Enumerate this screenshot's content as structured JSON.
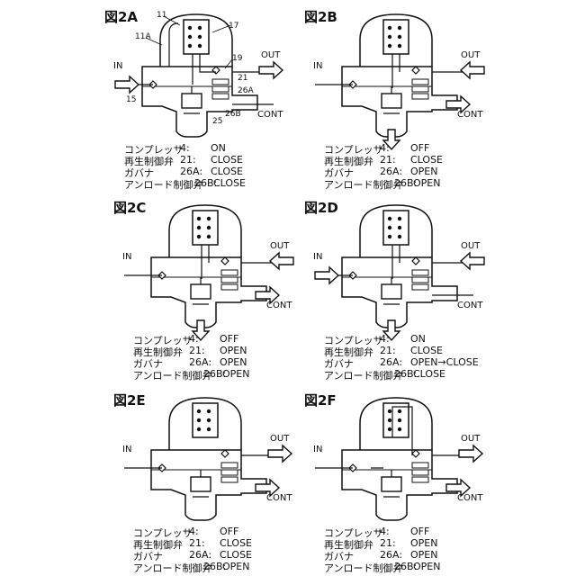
{
  "figures": [
    {
      "id": "2A",
      "title": "図2A",
      "ports": {
        "in": "IN",
        "out": "OUT",
        "cont": "CONT"
      },
      "refs": [
        "11",
        "11A",
        "17",
        "19",
        "21",
        "26A",
        "26B",
        "25",
        "15"
      ],
      "status": [
        {
          "name": "コンプレッサ",
          "num": "4:",
          "value": "ON"
        },
        {
          "name": "再生制御弁",
          "num": "21:",
          "value": "CLOSE"
        },
        {
          "name": "ガバナ",
          "num": "26A:",
          "value": "CLOSE"
        },
        {
          "name": "アンロード制御弁",
          "num": "26B:",
          "value": "CLOSE"
        }
      ]
    },
    {
      "id": "2B",
      "title": "図2B",
      "ports": {
        "in": "IN",
        "out": "OUT",
        "cont": "CONT"
      },
      "status": [
        {
          "name": "コンプレッサ",
          "num": "4:",
          "value": "OFF"
        },
        {
          "name": "再生制御弁",
          "num": "21:",
          "value": "CLOSE"
        },
        {
          "name": "ガバナ",
          "num": "26A:",
          "value": "OPEN"
        },
        {
          "name": "アンロード制御弁",
          "num": "26B:",
          "value": "OPEN"
        }
      ]
    },
    {
      "id": "2C",
      "title": "図2C",
      "ports": {
        "in": "IN",
        "out": "OUT",
        "cont": "CONT"
      },
      "status": [
        {
          "name": "コンプレッサ",
          "num": "4:",
          "value": "OFF"
        },
        {
          "name": "再生制御弁",
          "num": "21:",
          "value": "OPEN"
        },
        {
          "name": "ガバナ",
          "num": "26A:",
          "value": "OPEN"
        },
        {
          "name": "アンロード制御弁",
          "num": "26B:",
          "value": "OPEN"
        }
      ]
    },
    {
      "id": "2D",
      "title": "図2D",
      "ports": {
        "in": "IN",
        "out": "OUT",
        "cont": "CONT"
      },
      "status": [
        {
          "name": "コンプレッサ",
          "num": "4:",
          "value": "ON"
        },
        {
          "name": "再生制御弁",
          "num": "21:",
          "value": "CLOSE"
        },
        {
          "name": "ガバナ",
          "num": "26A:",
          "value": "OPEN→CLOSE"
        },
        {
          "name": "アンロード制御弁",
          "num": "26B:",
          "value": "CLOSE"
        }
      ]
    },
    {
      "id": "2E",
      "title": "図2E",
      "ports": {
        "in": "IN",
        "out": "OUT",
        "cont": "CONT"
      },
      "status": [
        {
          "name": "コンプレッサ",
          "num": "4:",
          "value": "OFF"
        },
        {
          "name": "再生制御弁",
          "num": "21:",
          "value": "CLOSE"
        },
        {
          "name": "ガバナ",
          "num": "26A:",
          "value": "CLOSE"
        },
        {
          "name": "アンロード制御弁",
          "num": "26B:",
          "value": "OPEN"
        }
      ]
    },
    {
      "id": "2F",
      "title": "図2F",
      "ports": {
        "in": "IN",
        "out": "OUT",
        "cont": "CONT"
      },
      "status": [
        {
          "name": "コンプレッサ",
          "num": "4:",
          "value": "OFF"
        },
        {
          "name": "再生制御弁",
          "num": "21:",
          "value": "OPEN"
        },
        {
          "name": "ガバナ",
          "num": "26A:",
          "value": "OPEN"
        },
        {
          "name": "アンロード制御弁",
          "num": "26B:",
          "value": "OPEN"
        }
      ]
    }
  ]
}
